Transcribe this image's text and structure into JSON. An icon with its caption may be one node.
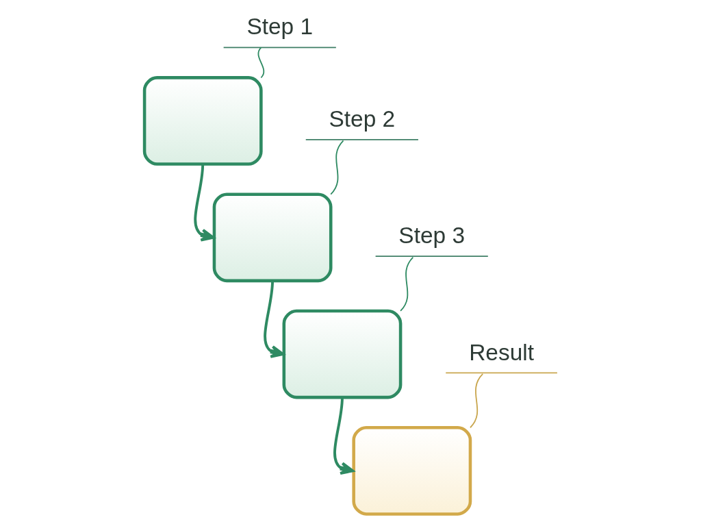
{
  "diagram": {
    "nodes": [
      {
        "text": [
          "Step 1"
        ]
      },
      {
        "text": [],
        "shape": "box"
      },
      {
        "text": [
          "Step 2"
        ]
      },
      {
        "text": [],
        "shape": "box"
      },
      {
        "text": [
          "Step 3"
        ]
      },
      {
        "text": [],
        "shape": "box"
      },
      {
        "text": [
          "Result"
        ]
      },
      {
        "text": [],
        "shape": "box"
      }
    ],
    "edges": [
      {
        "from": 0,
        "to": 1,
        "arrow": "none"
      },
      {
        "from": 1,
        "to": 3,
        "arrow": "to",
        "style": "thick"
      },
      {
        "from": 2,
        "to": 3,
        "arrow": "none"
      },
      {
        "from": 3,
        "to": 5,
        "arrow": "to",
        "style": "thick"
      },
      {
        "from": 4,
        "to": 5,
        "arrow": "none"
      },
      {
        "from": 5,
        "to": 7,
        "arrow": "to",
        "style": "thick"
      },
      {
        "from": 6,
        "to": 7,
        "arrow": "none",
        "color": "#c9a64e"
      }
    ]
  }
}
